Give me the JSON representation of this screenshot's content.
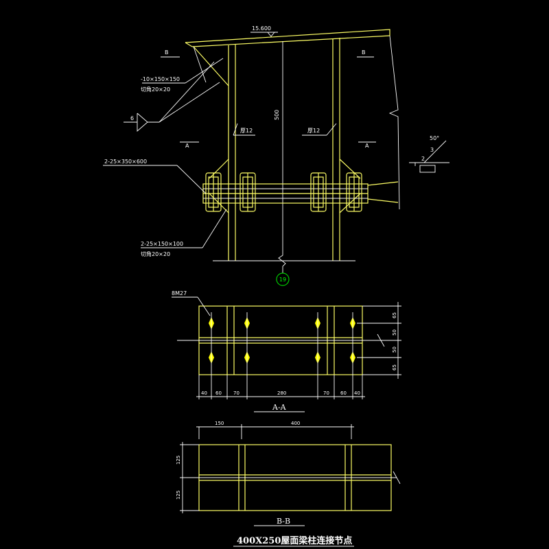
{
  "drawing": {
    "title": "400X250屋面梁柱连接节点",
    "elevation": "15.600",
    "dimension_500": "500",
    "cut_labels": {
      "B_left": "B",
      "B_right": "B",
      "A_left": "A",
      "A_right": "A"
    },
    "plate_top": {
      "line1": "-10×150×150",
      "line2": "切角20×20"
    },
    "weld_symbol": {
      "number": "6"
    },
    "thickness_left": "厚12",
    "thickness_right": "厚12",
    "plate_end": "2-25×350×600",
    "plate_stiffener": {
      "line1": "2-25×150×100",
      "line2": "切角20×20"
    },
    "weld_detail": {
      "angle": "50°",
      "size1": "3",
      "size2": "2"
    },
    "axis_marker": "19",
    "section_aa": {
      "title": "A-A",
      "bolt_label": "8M27",
      "bottom_dims": [
        "40",
        "60",
        "70",
        "280",
        "70",
        "60",
        "40"
      ],
      "right_dims": [
        "65",
        "50",
        "50",
        "65"
      ]
    },
    "section_bb": {
      "title": "B-B",
      "top_dims": [
        "150",
        "400"
      ],
      "left_dims": [
        "125",
        "125"
      ]
    }
  },
  "colors": {
    "background": "#000000",
    "steel": "#ffff66",
    "annotation": "#ffffff",
    "axis_circle": "#00cc00"
  }
}
